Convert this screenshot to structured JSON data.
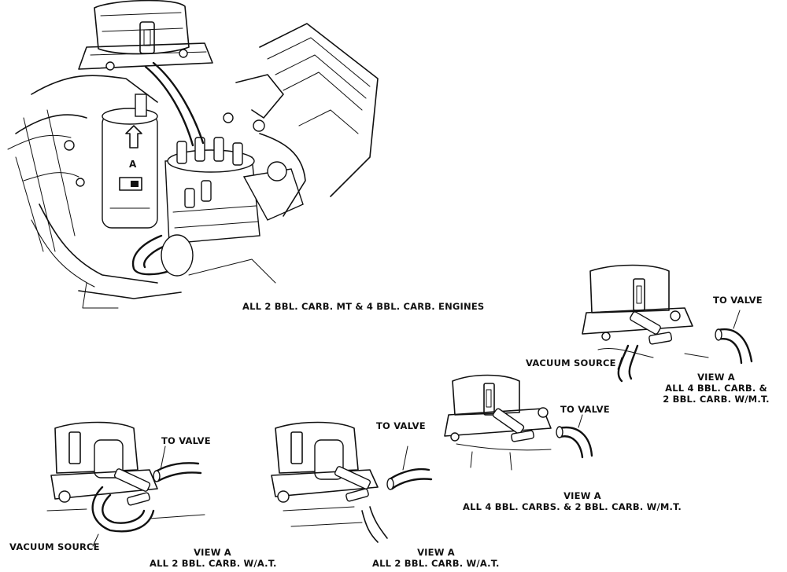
{
  "labels": {
    "main_engine_caption": "ALL 2 BBL. CARB. MT & 4 BBL. CARB. ENGINES",
    "coil_marker": "A",
    "view_right": {
      "to_valve": "TO VALVE",
      "vacuum_source": "VACUUM SOURCE",
      "view_title": "VIEW A",
      "caption_line1": "ALL 4 BBL. CARB. &",
      "caption_line2": "2 BBL. CARB. W/M.T."
    },
    "view_middle_right": {
      "to_valve": "TO VALVE",
      "view_title": "VIEW A",
      "caption": "ALL 4 BBL. CARBS. & 2 BBL. CARB. W/M.T."
    },
    "view_middle": {
      "to_valve": "TO VALVE",
      "view_title": "VIEW A",
      "caption": "ALL 2 BBL. CARB. W/A.T."
    },
    "view_left": {
      "to_valve": "TO VALVE",
      "vacuum_source": "VACUUM SOURCE",
      "view_title": "VIEW A",
      "caption": "ALL 2 BBL. CARB. W/A.T."
    }
  }
}
